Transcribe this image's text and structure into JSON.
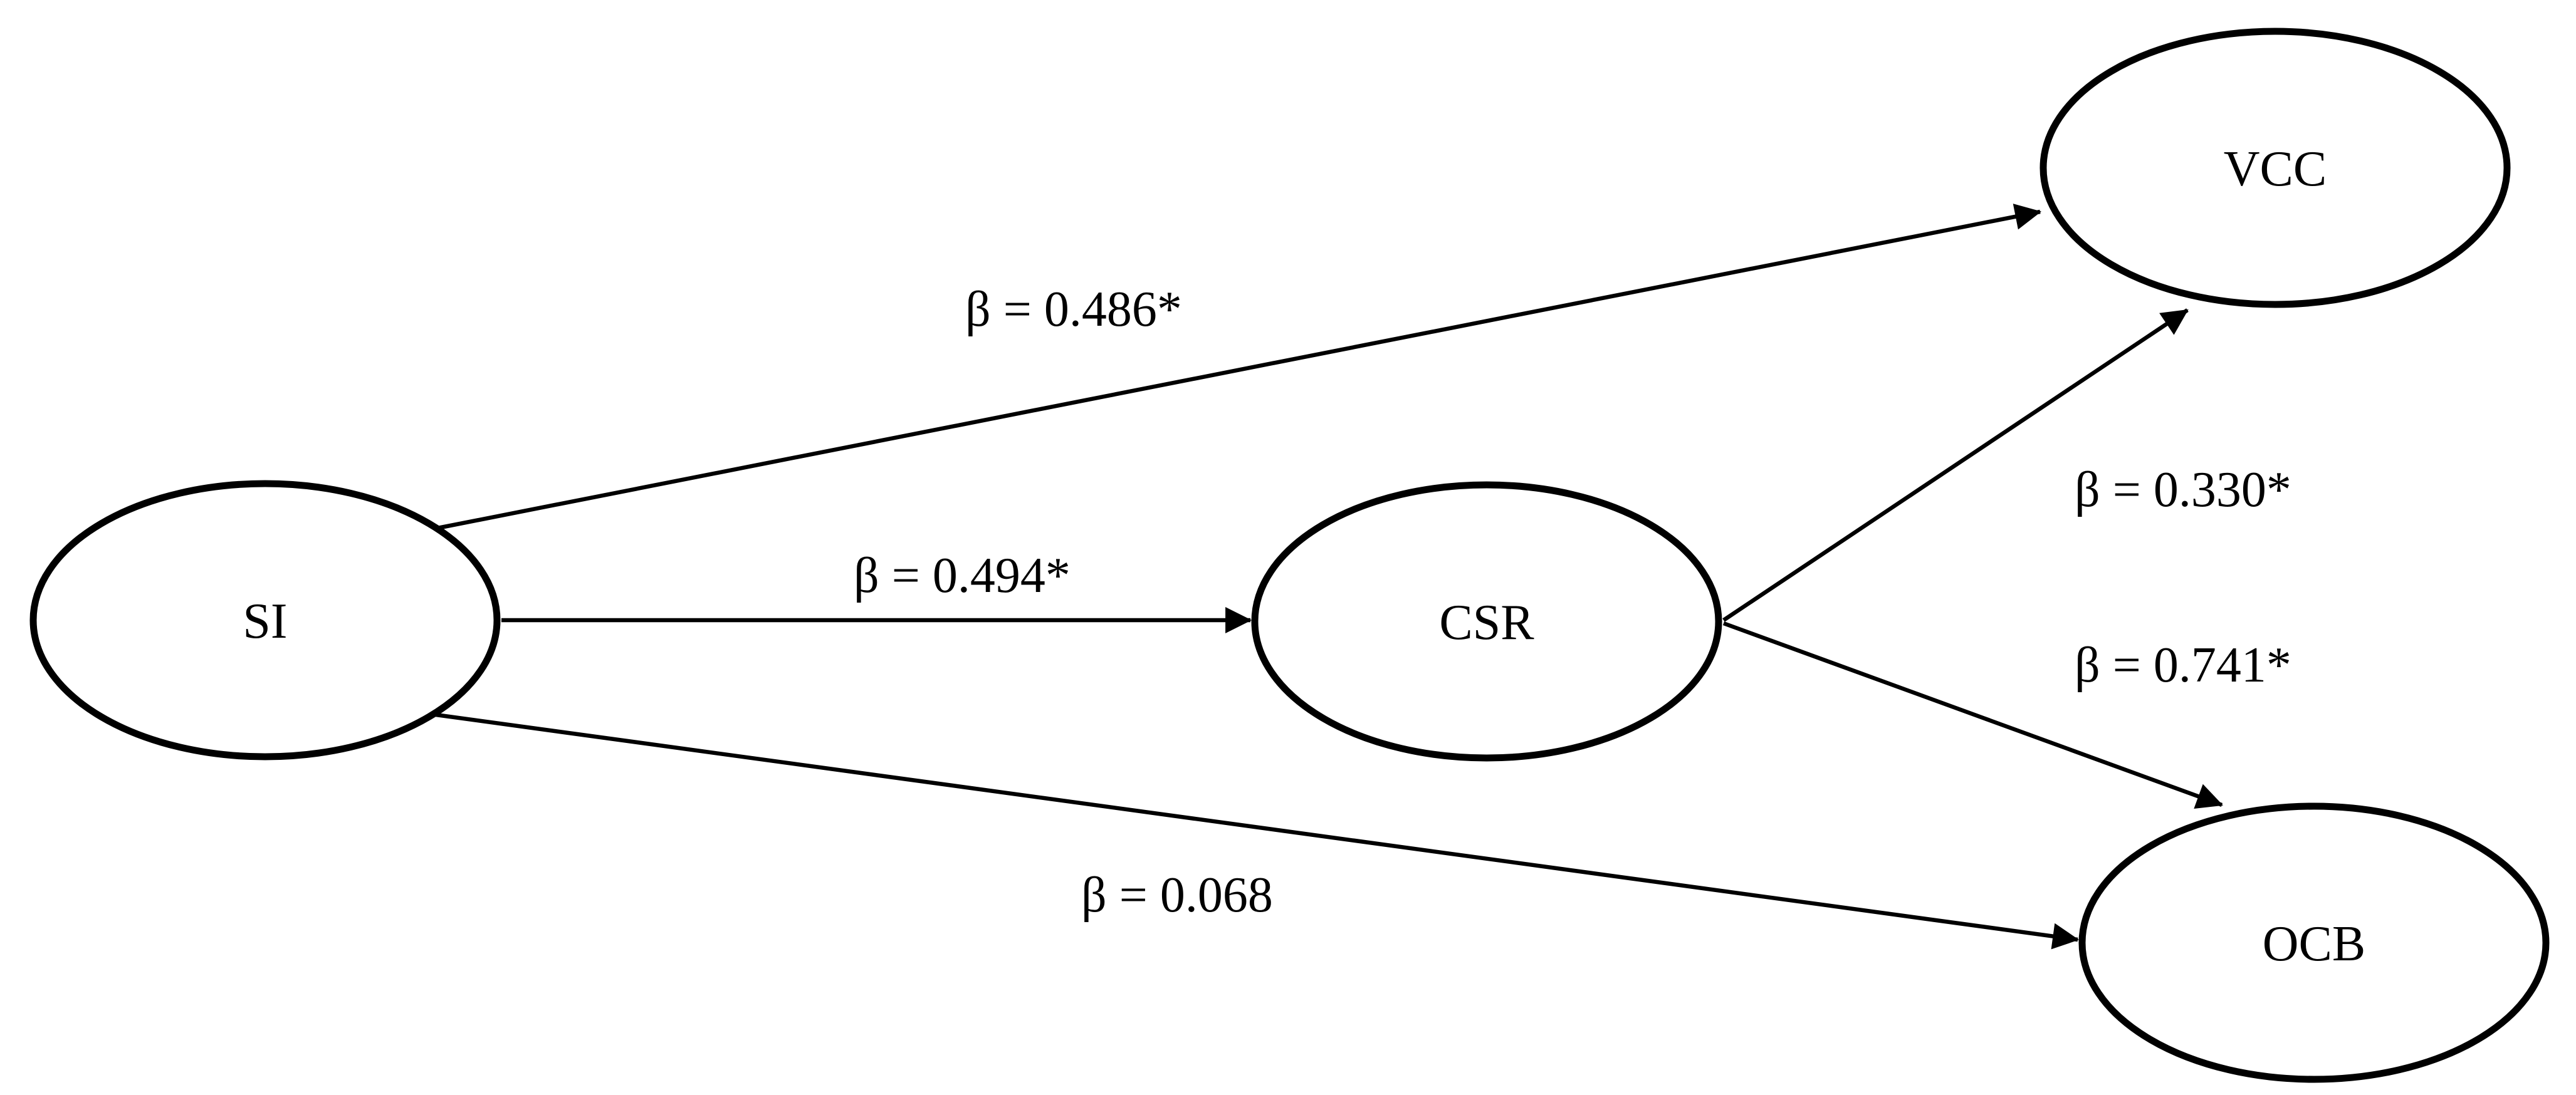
{
  "nodes": {
    "si": {
      "label": "SI"
    },
    "csr": {
      "label": "CSR"
    },
    "vcc": {
      "label": "VCC"
    },
    "ocb": {
      "label": "OCB"
    }
  },
  "edges": {
    "si_vcc": {
      "from": "SI",
      "to": "VCC",
      "label": "β = 0.486*"
    },
    "si_csr": {
      "from": "SI",
      "to": "CSR",
      "label": "β = 0.494*"
    },
    "si_ocb": {
      "from": "SI",
      "to": "OCB",
      "label": "β = 0.068"
    },
    "csr_vcc": {
      "from": "CSR",
      "to": "VCC",
      "label": "β = 0.330*"
    },
    "csr_ocb": {
      "from": "CSR",
      "to": "OCB",
      "label": "β = 0.741*"
    }
  }
}
